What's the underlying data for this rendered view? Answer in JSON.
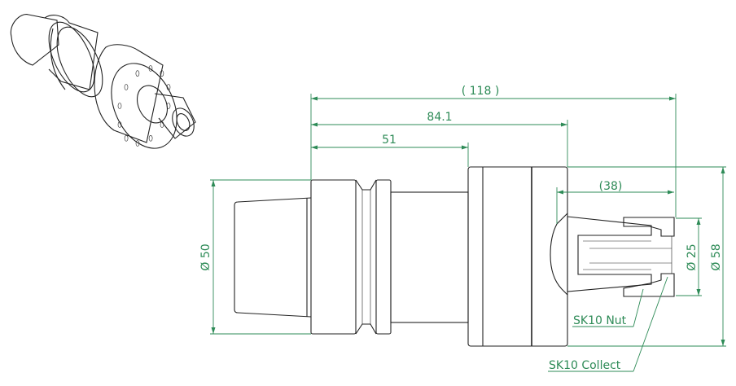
{
  "drawing": {
    "title": "SK10 collet holder technical drawing",
    "dimensions": {
      "overall_length": "118",
      "length_to_body_end": "84.1",
      "flange_to_body": "51",
      "collet_projection": "38",
      "diameter_flange": "50",
      "diameter_nut": "25",
      "diameter_body": "58"
    },
    "diameter_symbol": "Ø",
    "paren_open": "(",
    "paren_close": ")",
    "callouts": {
      "nut": "SK10 Nut",
      "collet": "SK10 Collect"
    },
    "colors": {
      "dimension": "#2e8b57",
      "line": "#222222"
    }
  }
}
